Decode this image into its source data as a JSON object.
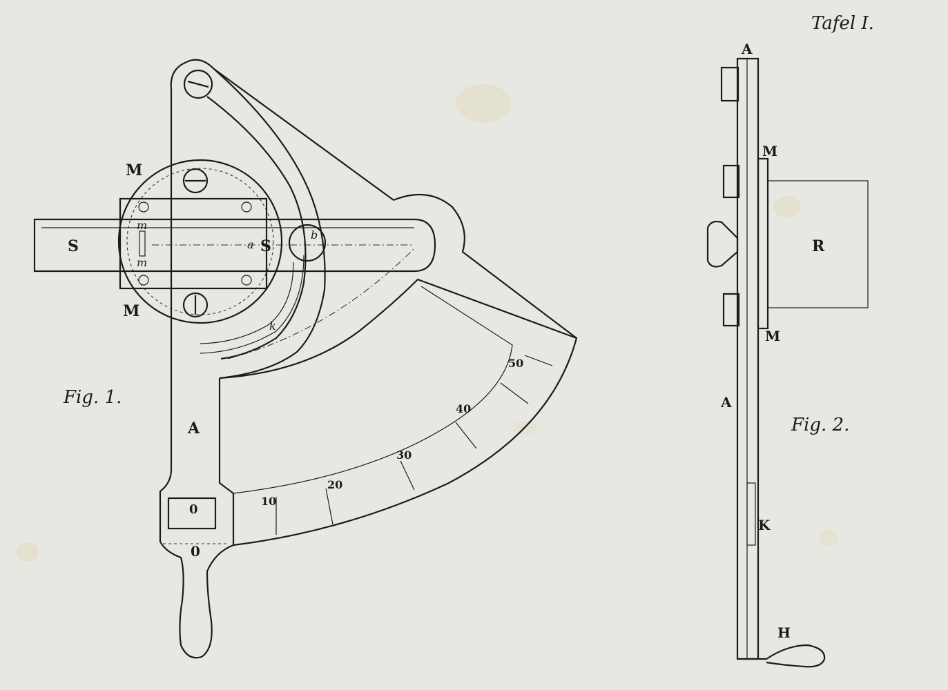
{
  "plate_title": "Tafel I.",
  "figure1": {
    "caption": "Fig. 1.",
    "labels": {
      "m_top": "M",
      "m_bottom": "M",
      "s_left": "S",
      "s_right": "S",
      "a_arm": "A",
      "m_small_top": "m",
      "m_small_bottom": "m",
      "a_small": "a",
      "b_small": "b",
      "k_small": "k",
      "zero_window": "0",
      "zero_below": "0"
    },
    "scale_numbers": [
      "10",
      "20",
      "30",
      "40",
      "50"
    ]
  },
  "figure2": {
    "caption": "Fig. 2.",
    "labels": {
      "a_top": "A",
      "m_top": "M",
      "r": "R",
      "m_bottom": "M",
      "a_mid": "A",
      "k": "K",
      "h": "H"
    }
  },
  "colors": {
    "paper": "#e8e8e2",
    "ink": "#1b1b1b",
    "stain": "#e3dcc4"
  }
}
